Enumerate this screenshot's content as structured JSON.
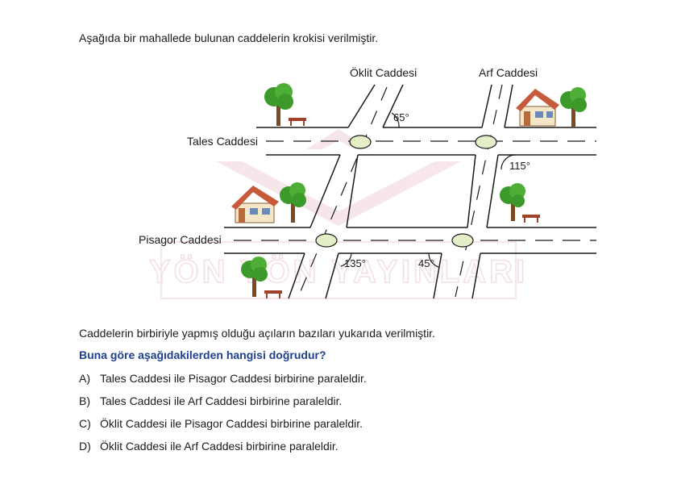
{
  "intro": "Aşağıda bir mahallede bulunan caddelerin krokisi verilmiştir.",
  "streets": {
    "oklit": "Öklit Caddesi",
    "arf": "Arf Caddesi",
    "tales": "Tales Caddesi",
    "pisagor": "Pisagor Caddesi"
  },
  "angles": {
    "a65": "65°",
    "a115": "115°",
    "a135": "135°",
    "a45": "45°"
  },
  "watermark": "YÖN YÖN YAYINLARI",
  "statement": "Caddelerin birbiriyle yapmış olduğu açıların bazıları yukarıda verilmiştir.",
  "question": "Buna göre aşağıdakilerden hangisi doğrudur?",
  "options": [
    {
      "letter": "A)",
      "text": "Tales Caddesi ile Pisagor Caddesi birbirine paraleldir."
    },
    {
      "letter": "B)",
      "text": "Tales Caddesi ile Arf Caddesi birbirine paraleldir."
    },
    {
      "letter": "C)",
      "text": "Öklit Caddesi ile Pisagor Caddesi birbirine paraleldir."
    },
    {
      "letter": "D)",
      "text": "Öklit Caddesi ile Arf Caddesi birbirine paraleldir."
    }
  ],
  "colors": {
    "text": "#1a1a1a",
    "question": "#1f3f8f",
    "roundabout": "#e4efc8",
    "watermark": "#e8c6cf",
    "tree": "#3c9a2b",
    "trunk": "#7a4a24",
    "roof": "#c65a3a"
  }
}
